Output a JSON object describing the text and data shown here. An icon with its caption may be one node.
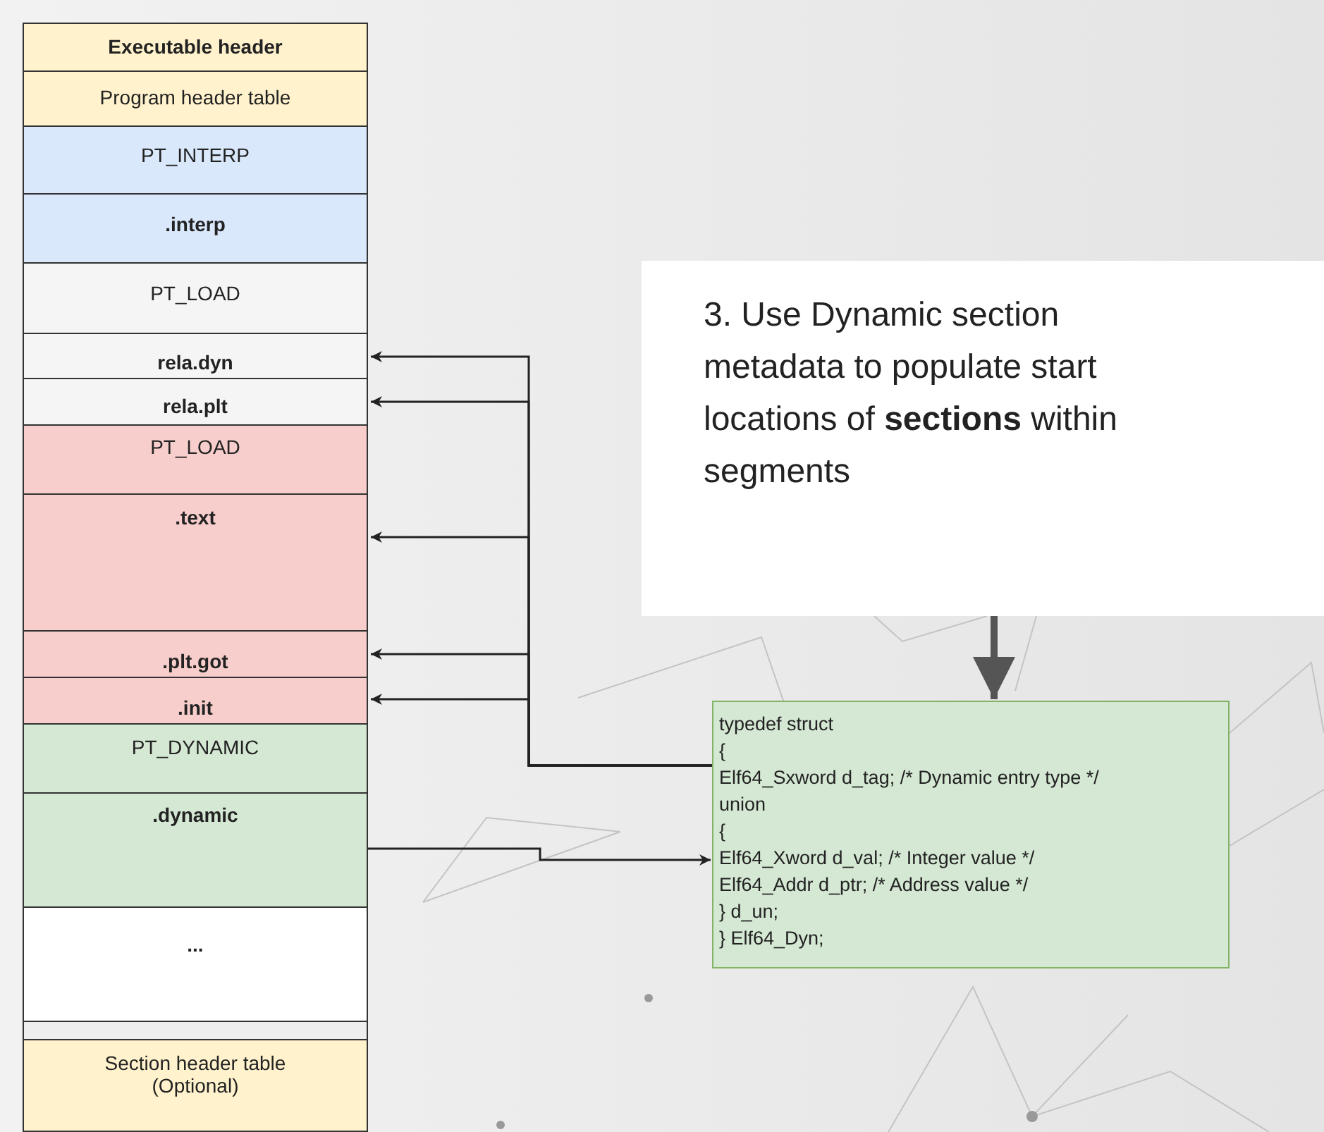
{
  "diagram": {
    "nodes": [
      {
        "text": [
          "Executable header"
        ]
      },
      {
        "text": [
          "Program header table"
        ]
      },
      {
        "text": [
          "PT_INTERP"
        ]
      },
      {
        "text": [
          ".interp"
        ]
      },
      {
        "text": [
          "PT_LOAD"
        ]
      },
      {
        "text": [
          "rela.dyn"
        ]
      },
      {
        "text": [
          "rela.plt"
        ]
      },
      {
        "text": [
          "PT_LOAD"
        ]
      },
      {
        "text": [
          ".text"
        ]
      },
      {
        "text": [
          ".plt.got"
        ]
      },
      {
        "text": [
          ".init"
        ]
      },
      {
        "text": [
          "PT_DYNAMIC"
        ]
      },
      {
        "text": [
          ".dynamic"
        ]
      },
      {
        "text": [
          "..."
        ]
      },
      {
        "text": [],
        "shape": "box"
      },
      {
        "text": [
          "Section header table (Optional)"
        ]
      },
      {
        "text": [
          "typedef struct",
          "{",
          "Elf64_Sxword d_tag; /* Dynamic entry type */",
          "union",
          "{",
          "Elf64_Xword d_val; /* Integer value */",
          "Elf64_Addr d_ptr; /* Address value */",
          "} d_un;",
          "} Elf64_Dyn;"
        ]
      },
      {
        "text": [
          "3. Use Dynamic section metadata to populate start locations of **sections** within segments"
        ]
      }
    ],
    "edges": [
      {
        "from": 16,
        "to": 5,
        "arrow": "to"
      },
      {
        "from": 16,
        "to": 6,
        "arrow": "to"
      },
      {
        "from": 16,
        "to": 8,
        "arrow": "to"
      },
      {
        "from": 16,
        "to": 9,
        "arrow": "to"
      },
      {
        "from": 16,
        "to": 10,
        "arrow": "to"
      },
      {
        "from": 12,
        "to": 16,
        "arrow": "to"
      },
      {
        "from": 17,
        "to": 16,
        "arrow": "to",
        "style": "thick",
        "color": "#555555"
      }
    ]
  }
}
